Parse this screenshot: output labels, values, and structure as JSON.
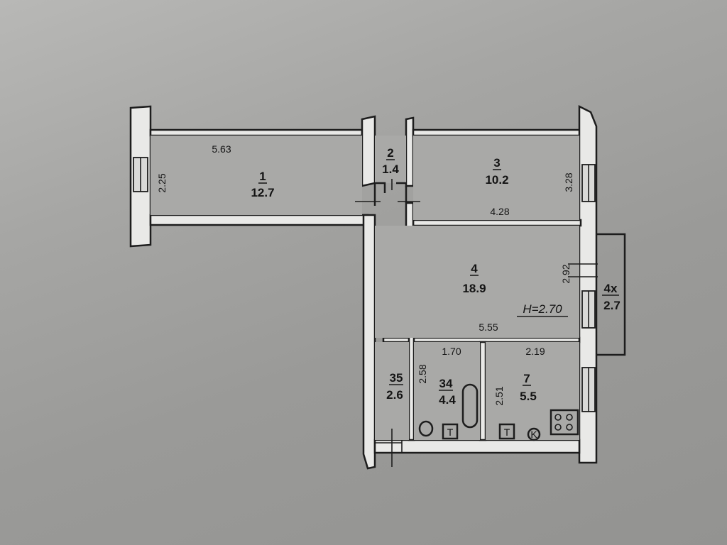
{
  "rooms": [
    {
      "id": "1",
      "area": "12.7"
    },
    {
      "id": "2",
      "area": "1.4"
    },
    {
      "id": "3",
      "area": "10.2"
    },
    {
      "id": "4",
      "area": "18.9"
    },
    {
      "id": "4x",
      "area": "2.7"
    },
    {
      "id": "35",
      "area": "2.6"
    },
    {
      "id": "34",
      "area": "4.4"
    },
    {
      "id": "7",
      "area": "5.5"
    }
  ],
  "dimensions": {
    "room1_width": "5.63",
    "room1_depth": "2.25",
    "room3_depth": "3.28",
    "room3_width": "4.28",
    "room4_depth": "2.92",
    "room4_width": "5.55",
    "bath_width": "1.70",
    "bath_depth": "2.58",
    "kitchen_width": "2.19",
    "kitchen_depth": "2.51"
  },
  "ceiling_height": "H=2.70",
  "fixture_labels": {
    "toilet_tank": "T",
    "stove_tank": "T",
    "boiler": "K"
  }
}
